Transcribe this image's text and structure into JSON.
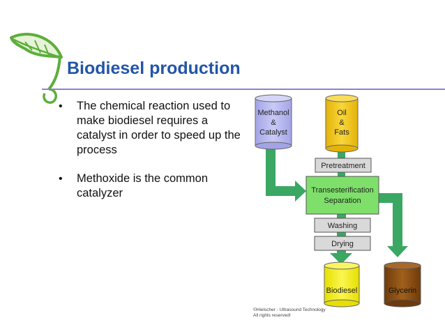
{
  "slide": {
    "title": "Biodiesel production",
    "bullets": [
      "The chemical reaction used to make biodiesel requires a catalyst in order to speed up the process",
      "Methoxide is the common catalyzer"
    ]
  },
  "diagram": {
    "inputs": {
      "methanol": [
        "Methanol",
        "&",
        "Catalyst"
      ],
      "oil": [
        "Oil",
        "&",
        "Fats"
      ]
    },
    "steps": {
      "pretreatment": "Pretreatment",
      "transesterification": [
        "Transesterification",
        "Separation"
      ],
      "washing": "Washing",
      "drying": "Drying"
    },
    "outputs": {
      "biodiesel": "Biodiesel",
      "glycerin": "Glycerin"
    },
    "copyright": [
      "©Hielscher - Ultrasound Technology",
      "All rights reserved!"
    ]
  },
  "colors": {
    "title": "#2255a8",
    "rule": "#8a84c7",
    "methanol_tank": "#b6b7ee",
    "oil_tank": "#f3c418",
    "biodiesel_tank": "#f5ee10",
    "glycerin_tank": "#8a4d12",
    "arrow": "#3aa763",
    "step_box": "#d9d9d9",
    "transesterification_box": "#7ee06a",
    "leaf": "#5cae3a"
  },
  "icons": {
    "logo": "leaf-logo-icon"
  }
}
